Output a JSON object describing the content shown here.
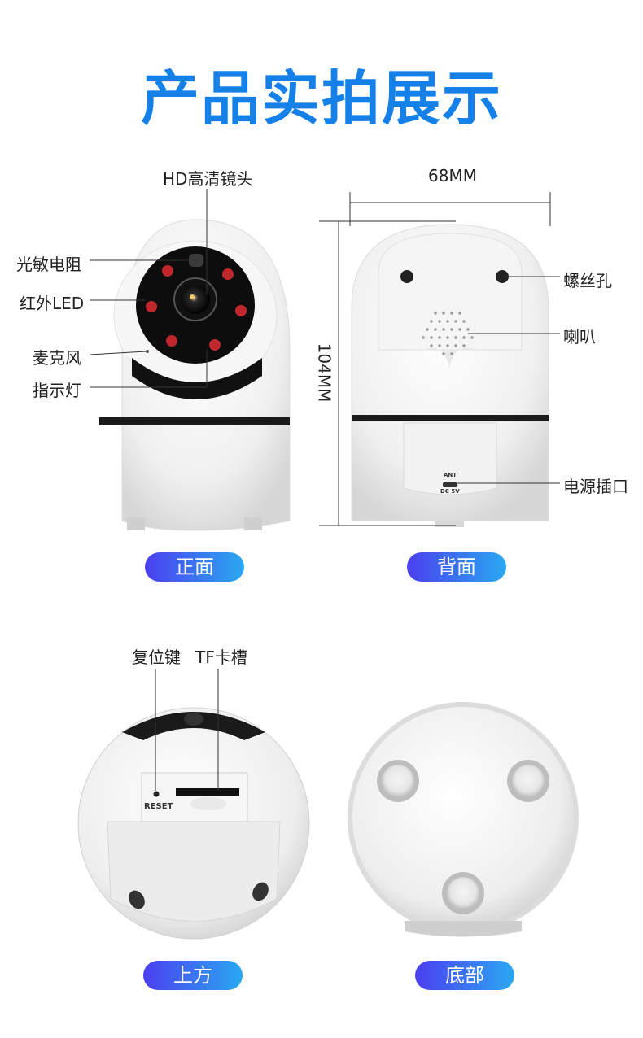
{
  "title": "产品实拍展示",
  "front": {
    "lens_label": "HD高清镜头",
    "photoresistor_label": "光敏电阻",
    "ir_led_label": "红外LED",
    "mic_label": "麦克风",
    "indicator_label": "指示灯",
    "badge": "正面"
  },
  "back": {
    "width_label": "68MM",
    "height_label": "104MM",
    "screw_label": "螺丝孔",
    "speaker_label": "喇叭",
    "power_label": "电源插口",
    "port_top_text": "ANT",
    "port_bottom_text": "DC 5V",
    "badge": "背面"
  },
  "top": {
    "reset_label": "复位键",
    "tf_label": "TF卡槽",
    "reset_text": "RESET",
    "badge": "上方"
  },
  "bottom": {
    "badge": "底部"
  },
  "colors": {
    "title": "#1581e8",
    "badge_gradient_start": "#4b3ff0",
    "badge_gradient_end": "#2aa8f0",
    "ir_led": "#c0272d"
  }
}
